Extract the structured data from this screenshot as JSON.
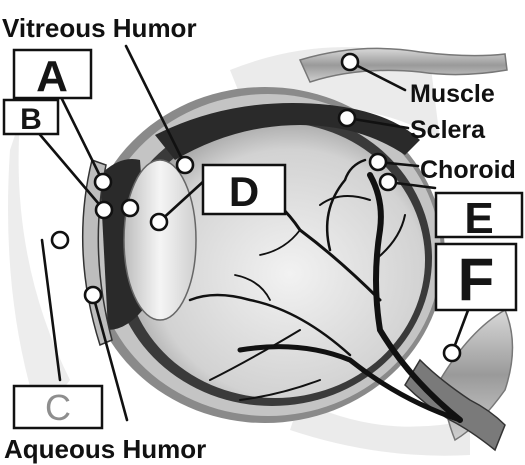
{
  "labels": {
    "vitreous_humor": "Vitreous Humor",
    "muscle": "Muscle",
    "sclera": "Sclera",
    "choroid": "Choroid",
    "aqueous_humor": "Aqueous Humor"
  },
  "answer_boxes": {
    "a": "A",
    "b": "B",
    "c": "C",
    "d": "D",
    "e": "E",
    "f": "F"
  }
}
